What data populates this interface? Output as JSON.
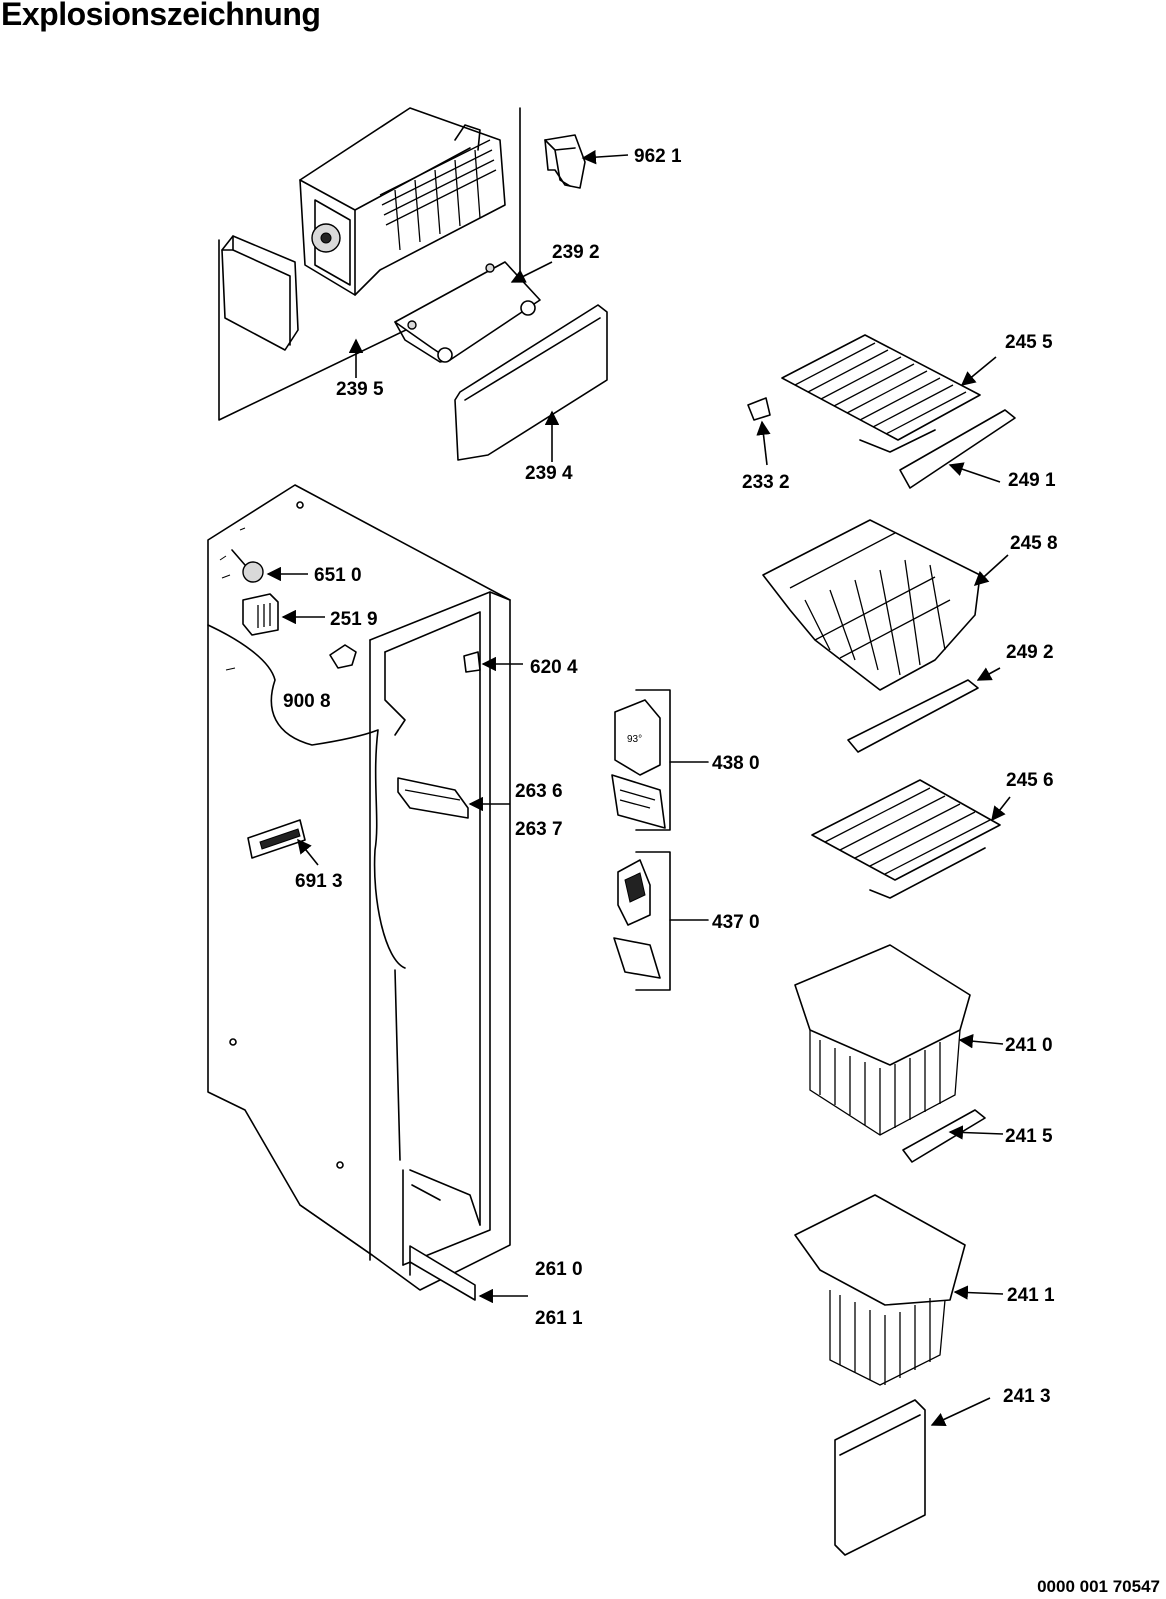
{
  "title": "Explosionszeichnung",
  "document_number": "0000 001 70547",
  "parts": {
    "p9621": "962 1",
    "p2392": "239 2",
    "p2395": "239 5",
    "p2394": "239 4",
    "p2455": "245 5",
    "p2332": "233 2",
    "p2491": "249 1",
    "p2458": "245 8",
    "p6510": "651 0",
    "p2519": "251 9",
    "p6204": "620 4",
    "p9008": "900 8",
    "p2492": "249 2",
    "p4380": "438 0",
    "p2636": "263 6",
    "p2637": "263 7",
    "p2456": "245 6",
    "p6913": "691 3",
    "p4370": "437 0",
    "p2410": "241 0",
    "p2415": "241 5",
    "p2610": "261 0",
    "p2611": "261 1",
    "p2411": "241 1",
    "p2413": "241 3"
  },
  "sensor_marking": "93°"
}
